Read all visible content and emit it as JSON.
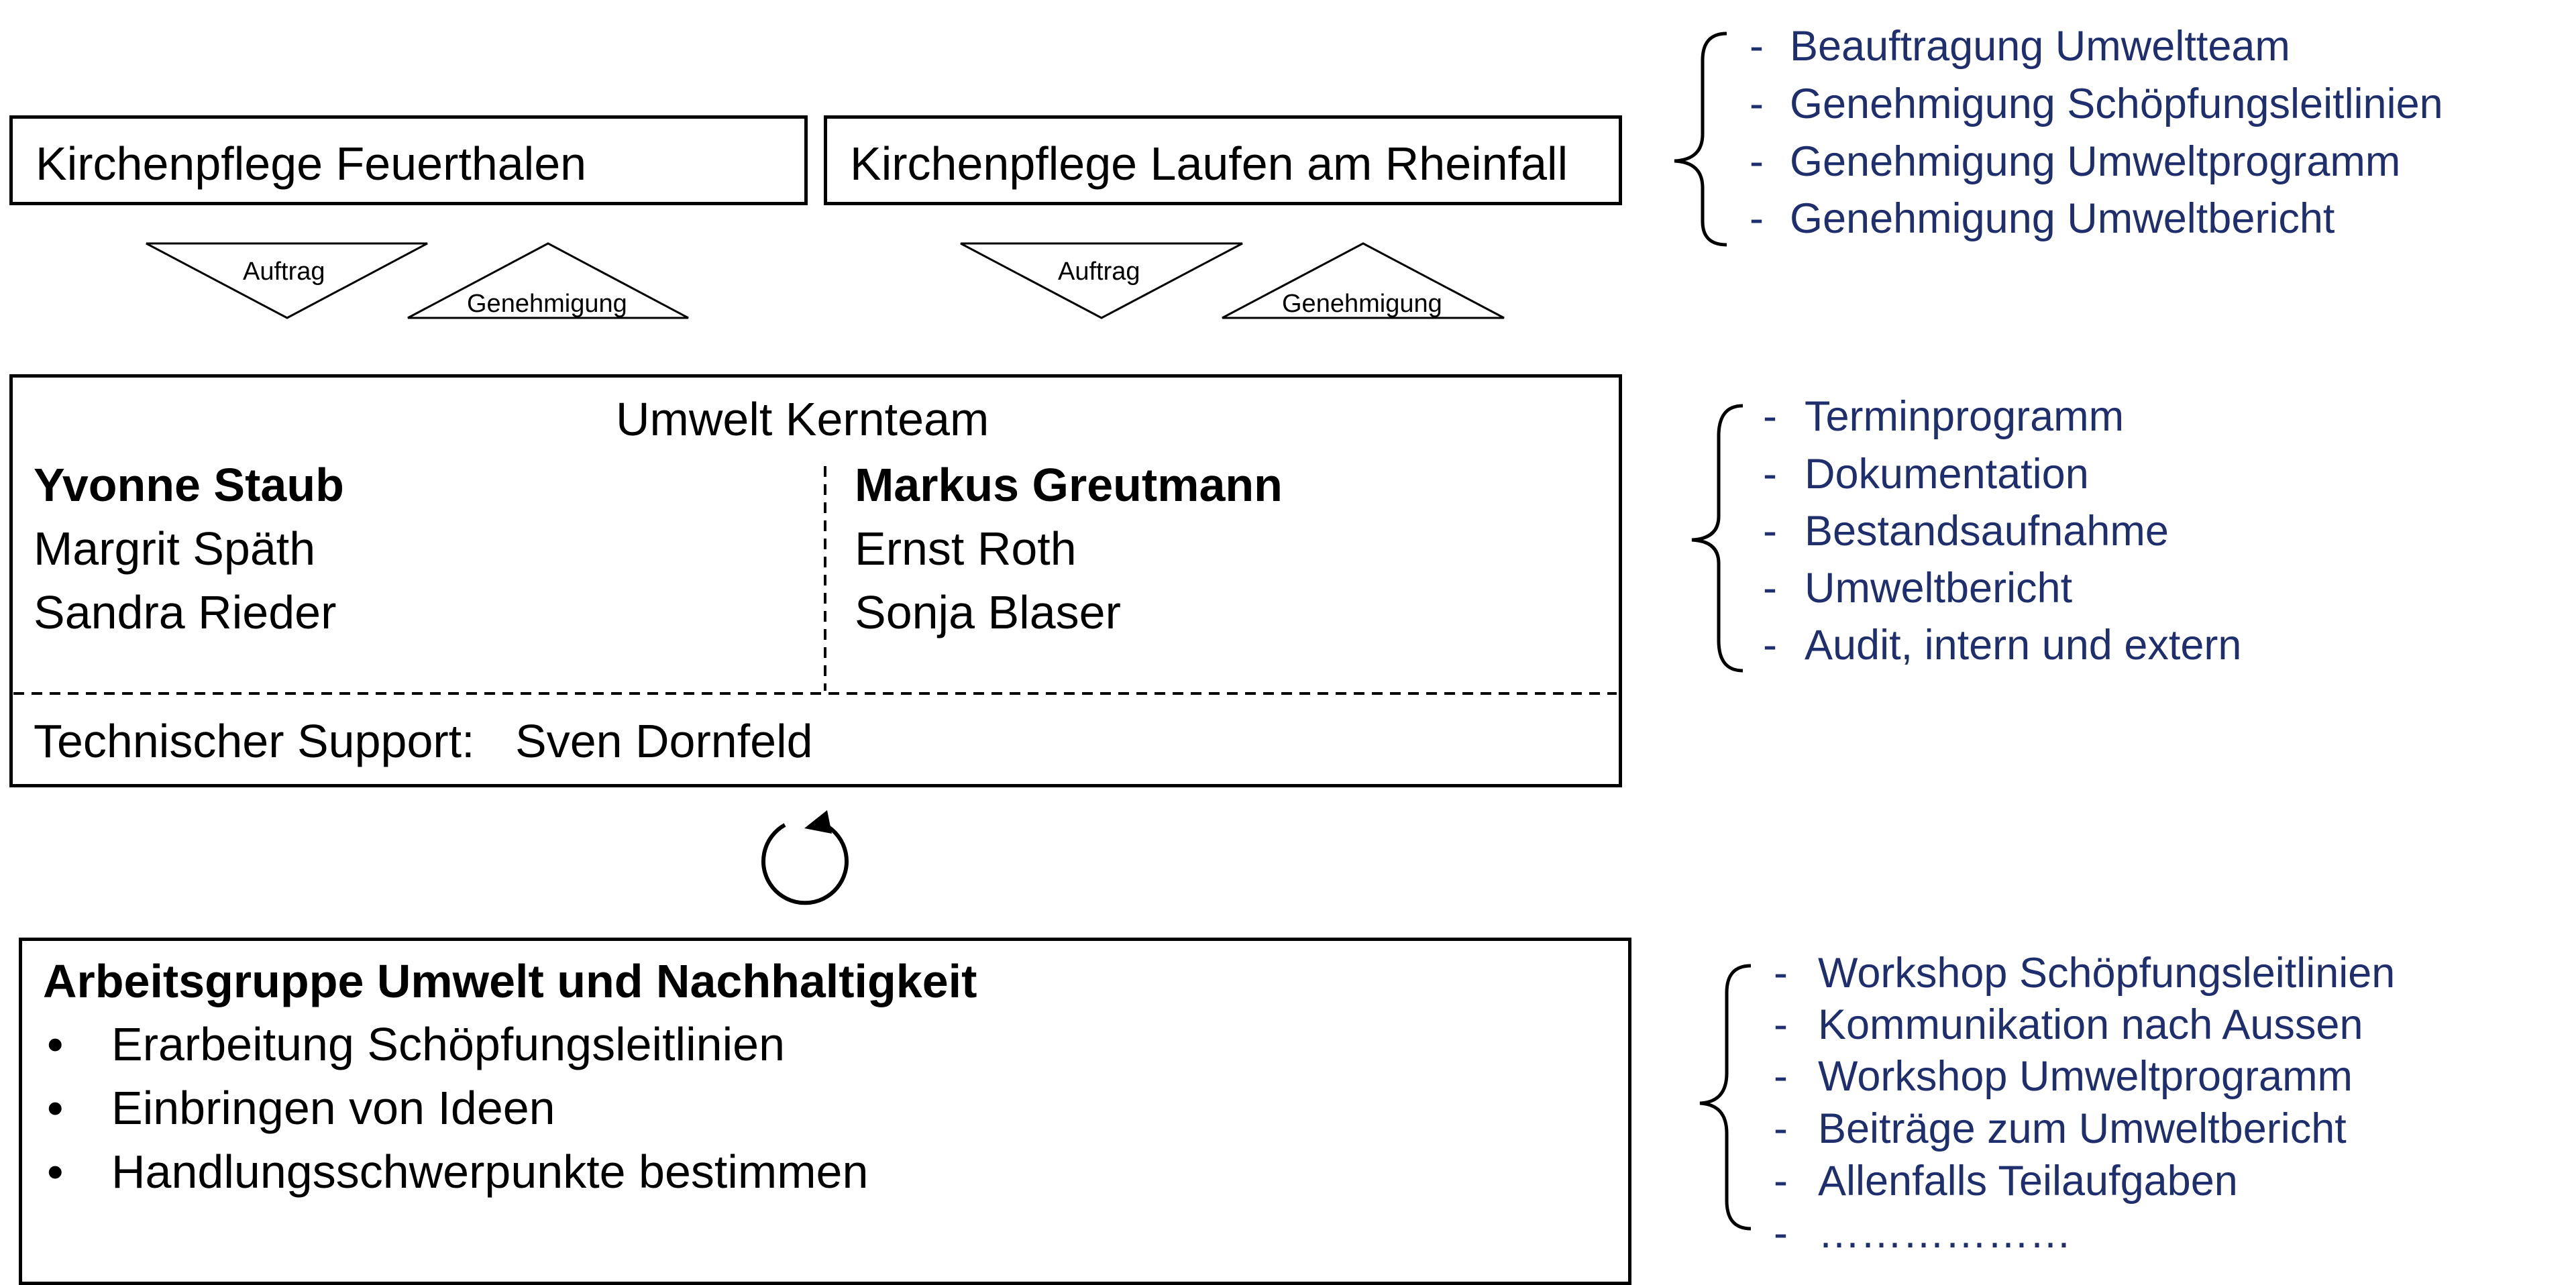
{
  "council_boxes": [
    {
      "title": "Kirchenpflege Feuerthalen",
      "order_label": "Auftrag",
      "approval_label": "Genehmigung"
    },
    {
      "title": "Kirchenpflege Laufen am Rheinfall",
      "order_label": "Auftrag",
      "approval_label": "Genehmigung"
    }
  ],
  "council_tasks": [
    "Beauftragung Umweltteam",
    "Genehmigung Schöpfungsleitlinien",
    "Genehmigung Umweltprogramm",
    "Genehmigung Umweltbericht"
  ],
  "core_team": {
    "title": "Umwelt Kernteam",
    "left_lead": "Yvonne Staub",
    "left_members": [
      "Margrit Späth",
      "Sandra Rieder"
    ],
    "right_lead": "Markus Greutmann",
    "right_members": [
      "Ernst Roth",
      "Sonja Blaser"
    ],
    "support_label": "Technischer Support:",
    "support_name": "Sven Dornfeld"
  },
  "core_tasks": [
    "Terminprogramm",
    "Dokumentation",
    "Bestandsaufnahme",
    "Umweltbericht",
    "Audit, intern und extern"
  ],
  "working_group": {
    "title": "Arbeitsgruppe Umwelt und Nachhaltigkeit",
    "items": [
      "Erarbeitung Schöpfungsleitlinien",
      "Einbringen von Ideen",
      "Handlungsschwerpunkte bestimmen"
    ]
  },
  "group_tasks": [
    "Workshop Schöpfungsleitlinien",
    "Kommunikation nach Aussen",
    "Workshop Umweltprogramm",
    "Beiträge zum Umweltbericht",
    "Allenfalls Teilaufgaben",
    "………………"
  ],
  "dash": "-",
  "bullet": "•",
  "colors": {
    "task_text": "#1f2f6e",
    "line": "#000000"
  }
}
